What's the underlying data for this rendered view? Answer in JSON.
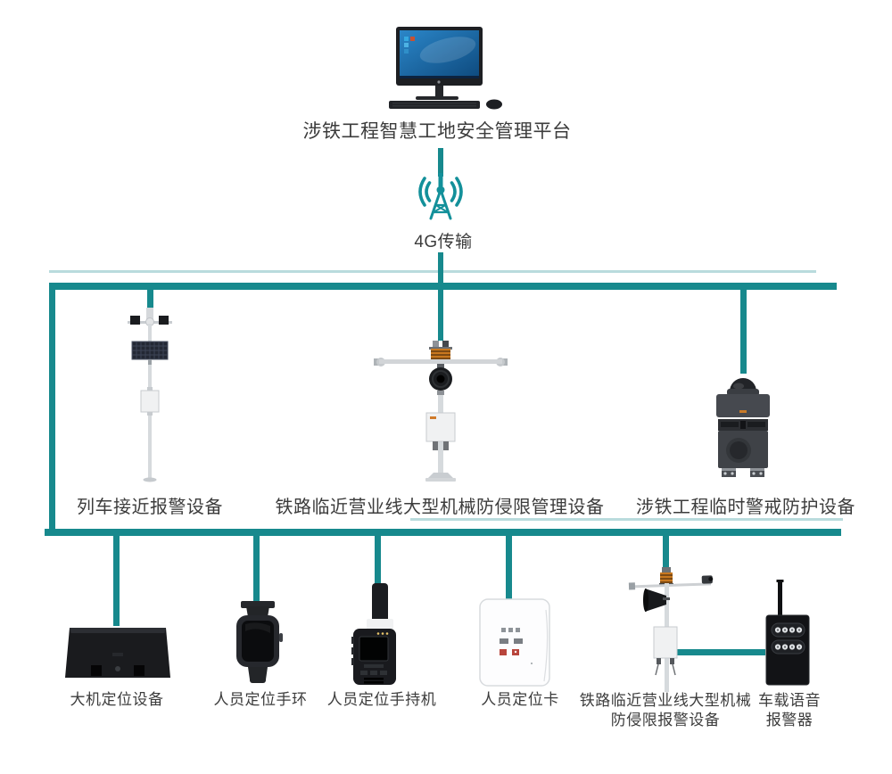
{
  "colors": {
    "accent_teal": "#17898d",
    "icon_teal": "#13909a",
    "label_text": "#3c3c3c",
    "background": "#ffffff"
  },
  "platform": {
    "label": "涉铁工程智慧工地安全管理平台",
    "icon": "desktop-computer-icon"
  },
  "transmission": {
    "label": "4G传输",
    "icon": "4g-antenna-icon"
  },
  "field_devices": [
    {
      "label": "列车接近报警设备",
      "icon": "solar-alarm-pole-icon"
    },
    {
      "label": "铁路临近营业线大型机械防侵限管理设备",
      "icon": "monitoring-pole-icon"
    },
    {
      "label": "涉铁工程临时警戒防护设备",
      "icon": "dome-camera-unit-icon"
    }
  ],
  "terminal_devices": [
    {
      "label_lines": [
        "大机定位设备"
      ],
      "icon": "machine-locator-box-icon"
    },
    {
      "label_lines": [
        "人员定位手环"
      ],
      "icon": "wristband-icon"
    },
    {
      "label_lines": [
        "人员定位手持机"
      ],
      "icon": "handheld-terminal-icon"
    },
    {
      "label_lines": [
        "人员定位卡"
      ],
      "icon": "locator-card-icon"
    },
    {
      "label_lines": [
        "铁路临近营业线大型机械",
        "防侵限报警设备"
      ],
      "icon": "alarm-pole-icon"
    },
    {
      "label_lines": [
        "车载语音",
        "报警器"
      ],
      "icon": "vehicle-voice-alarm-icon"
    }
  ]
}
